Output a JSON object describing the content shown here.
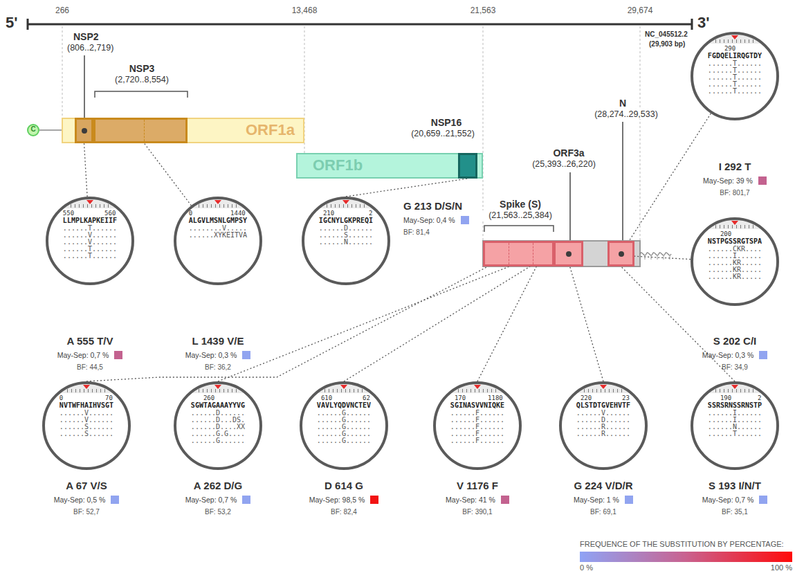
{
  "diagram": {
    "nodes": [
      {
        "text": [
          "C"
        ]
      },
      {
        "text": [
          "ORF1a"
        ]
      },
      {
        "text": [
          "NSP2",
          "(806..2,719)"
        ],
        "in": 1
      },
      {
        "text": [
          "NSP3",
          "(2,720..8,554)"
        ],
        "in": 1
      },
      {
        "text": [
          "ORF1b"
        ]
      },
      {
        "text": [
          "NSP16",
          "(20,659..21,552)"
        ],
        "in": 4
      },
      {
        "text": [
          "Spike (S)",
          "(21,563..25,384)"
        ]
      },
      {
        "text": [
          "ORF3a",
          "(25,393..26,220)"
        ]
      },
      {
        "text": [
          "N",
          "(28,274..29,533)"
        ]
      },
      {
        "text": [
          "290",
          "FGDQELIRQGTDY",
          "......T......",
          "......T......",
          "......T......",
          "......T......",
          "......T......",
          "I 292 T",
          "May-Sep: 39 %",
          "BF: 801,7"
        ]
      },
      {
        "text": [
          "550",
          "560",
          "LLMPLKAPKEIIF",
          "......T......",
          "......V......",
          "......V......",
          "......T......",
          "......T......",
          "A 555 T/V",
          "May-Sep: 0,7 %",
          "BF: 44,5"
        ]
      },
      {
        "text": [
          "0",
          "1440",
          "ALGVLMSNLGMPSY",
          "........V.....",
          "......XYKEITVA",
          "L 1439 V/E",
          "May-Sep: 0,3 %",
          "BF: 36,2"
        ]
      },
      {
        "text": [
          "210",
          "2",
          "IGCNYLGKPREQI",
          "......D......",
          "......S......",
          "......N......",
          "G 213 D/S/N",
          "May-Sep: 0,4 %",
          "BF: 81,4"
        ]
      },
      {
        "text": [
          "200",
          "NSTPGSSRGTSPA",
          "......CKR....",
          "......I......",
          "......KR.....",
          "......KR.....",
          "......KR.....",
          "S 202 C/I",
          "May-Sep: 0,3 %",
          "BF: 34,9"
        ]
      },
      {
        "text": [
          "0",
          "70",
          "NVTWFHAIHVSGT",
          "......V......",
          "......V......",
          "......S......",
          "......S......",
          "A 67 V/S",
          "May-Sep: 0,5 %",
          "BF: 52,7"
        ]
      },
      {
        "text": [
          "260",
          "SGWTAGAAAYYVG",
          "......D......",
          "......D...DS.",
          "......D....XX",
          "......G.G....",
          "......G......",
          "A 262 D/G",
          "May-Sep: 0,7 %",
          "BF: 53,2"
        ]
      },
      {
        "text": [
          "610",
          "62",
          "VAVLYQDVNCTEV",
          "......G......",
          "......G......",
          "......G......",
          "......G......",
          "......G......",
          "D 614 G",
          "May-Sep: 98,5 %",
          "BF: 82,4"
        ]
      },
      {
        "text": [
          "170",
          "1180",
          "SGINASVVNIQKE",
          "......F......",
          "......F......",
          "......F......",
          "......F......",
          "......F......",
          "V 1176 F",
          "May-Sep: 41 %",
          "BF: 390,1"
        ]
      },
      {
        "text": [
          "220",
          "23",
          "QLSTDTGVEHVTF",
          "......V......",
          "......D......",
          "......R......",
          "......R......",
          "G 224 V/D/R",
          "May-Sep: 1 %",
          "BF: 69,1"
        ]
      },
      {
        "text": [
          "190",
          "2",
          "SSRSRNSSRNSTP",
          "......I......",
          "......I......",
          "......N......",
          "......T......",
          "S 193 I/N/T",
          "May-Sep: 0,7 %",
          "BF: 35,1"
        ]
      }
    ],
    "edges": [
      {
        "from": 10,
        "to": 2,
        "arrow": "none"
      },
      {
        "from": 11,
        "to": 3,
        "arrow": "none"
      },
      {
        "from": 12,
        "to": 5,
        "arrow": "none"
      },
      {
        "from": 9,
        "to": 8,
        "arrow": "none"
      },
      {
        "from": 13,
        "to": 8,
        "arrow": "none"
      },
      {
        "from": 14,
        "to": 6,
        "arrow": "none"
      },
      {
        "from": 15,
        "to": 6,
        "arrow": "none"
      },
      {
        "from": 16,
        "to": 6,
        "arrow": "none"
      },
      {
        "from": 17,
        "to": 6,
        "arrow": "none"
      },
      {
        "from": 18,
        "to": 7,
        "arrow": "none"
      },
      {
        "from": 19,
        "to": 8,
        "arrow": "none"
      }
    ],
    "labels": [
      "5'",
      "3'",
      "266",
      "13,468",
      "21,563",
      "29,674",
      "NC_045512.2",
      "(29,903 bp)",
      "FREQUENCE OF THE SUBSTITUTION BY PERCENTAGE:",
      "0 %",
      "100 %"
    ]
  }
}
